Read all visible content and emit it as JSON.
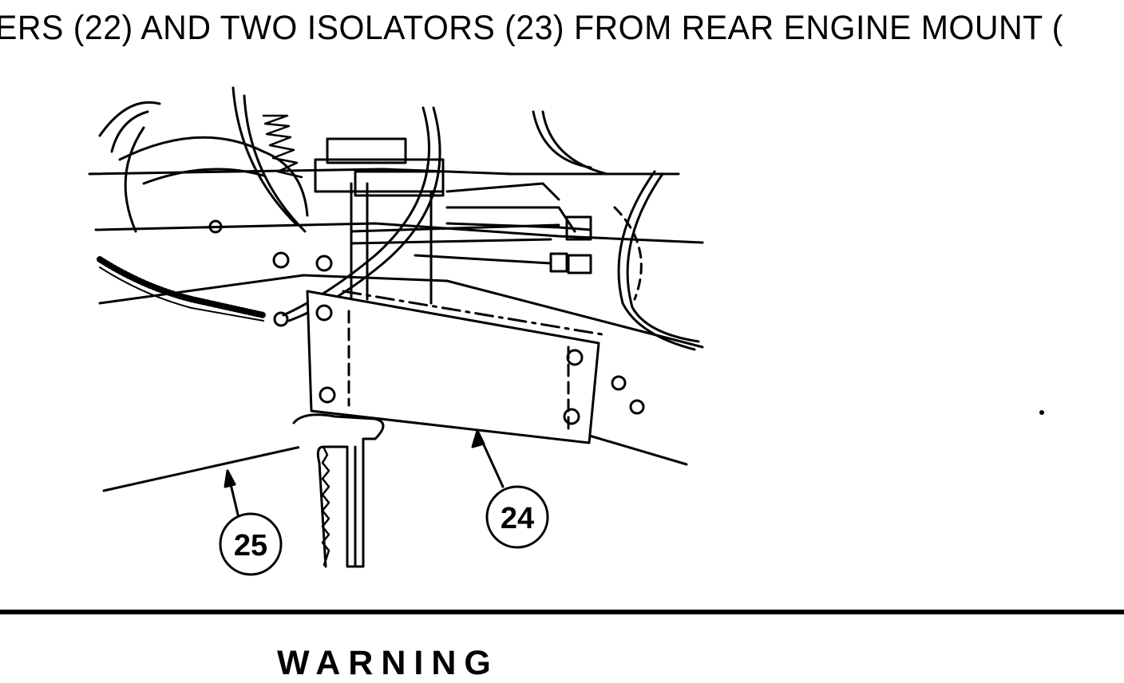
{
  "instruction": {
    "text": "ERS (22) AND TWO ISOLATORS (23) FROM REAR ENGINE MOUNT ("
  },
  "figure": {
    "callouts": [
      {
        "id": "callout-24",
        "label": "24"
      },
      {
        "id": "callout-25",
        "label": "25"
      }
    ]
  },
  "warning": {
    "heading": "WARNING"
  }
}
